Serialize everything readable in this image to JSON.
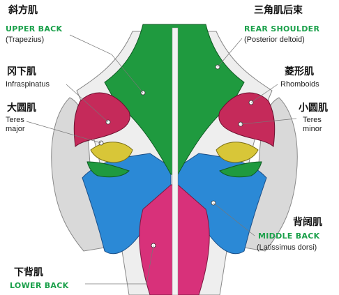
{
  "colors": {
    "trapezius": "#1f9a3f",
    "latissimus": "#2b89d6",
    "lower_back": "#d8317a",
    "posterior_deltoid": "#c52a5a",
    "teres_minor": "#d8c638",
    "teres_major": "#1f9a3f",
    "arm": "#d9d9d9",
    "label_english": "#1aa04a"
  },
  "labels": {
    "trapezius": {
      "chinese": "斜方肌",
      "english": "UPPER BACK",
      "scientific": "(Trapezius)"
    },
    "infraspinatus": {
      "chinese": "冈下肌",
      "scientific": "Infraspinatus"
    },
    "teres_major": {
      "chinese": "大圆肌",
      "scientific_line1": "Teres",
      "scientific_line2": "major"
    },
    "lower_back": {
      "chinese": "下背肌",
      "english": "LOWER BACK"
    },
    "rear_shoulder": {
      "chinese": "三角肌后束",
      "english": "REAR SHOULDER",
      "scientific": "(Posterior deltoid)"
    },
    "rhomboids": {
      "chinese": "菱形肌",
      "scientific": "Rhomboids"
    },
    "teres_minor": {
      "chinese": "小圆肌",
      "scientific_line1": "Teres",
      "scientific_line2": "minor"
    },
    "middle_back": {
      "chinese": "背阔肌",
      "english": "MIDDLE BACK",
      "scientific": "(Latissimus dorsi)"
    }
  }
}
